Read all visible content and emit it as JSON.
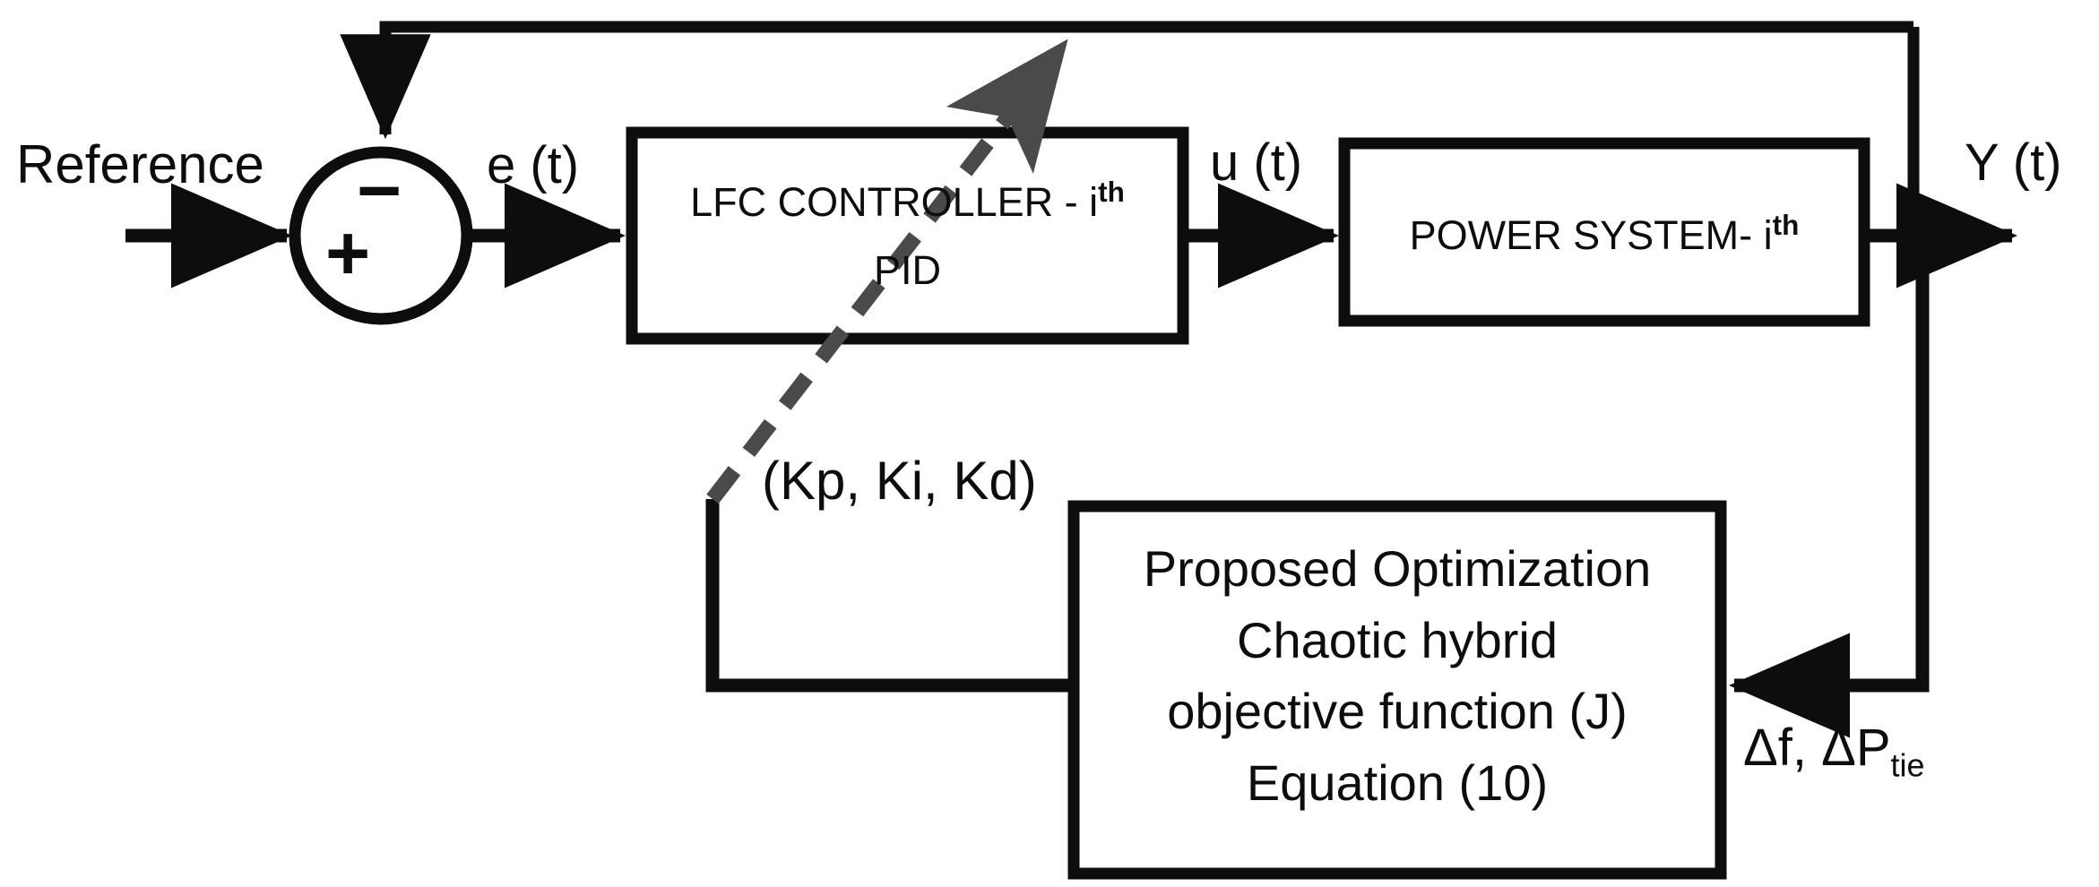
{
  "diagram": {
    "title": "LFC closed-loop control block diagram with proposed chaotic hybrid optimization",
    "colors": {
      "line": "#0d0d0d",
      "dashed_tuning_arrow": "#4a4a4a",
      "background": "#ffffff",
      "text": "#0d0d0d"
    }
  },
  "signals": {
    "reference": "Reference",
    "error": "e (t)",
    "control": "u (t)",
    "output": "Y (t)",
    "tuned_gains": "(Kp, Ki, Kd)",
    "feedback_measurements": {
      "delta_f": "Δf, ",
      "delta_p": "ΔP",
      "delta_p_sub": "tie"
    }
  },
  "summing_junction": {
    "name": "summing-junction",
    "positive_sign": "+",
    "negative_sign": "−"
  },
  "blocks": {
    "controller": {
      "line1_main": "LFC CONTROLLER - i",
      "line1_sup": "th",
      "line2": "PID"
    },
    "plant": {
      "line1_main": "POWER SYSTEM- i",
      "line1_sup": "th"
    },
    "optimizer": {
      "lines": [
        "Proposed Optimization",
        "Chaotic hybrid",
        "objective function (J)",
        "Equation (10)"
      ]
    }
  }
}
